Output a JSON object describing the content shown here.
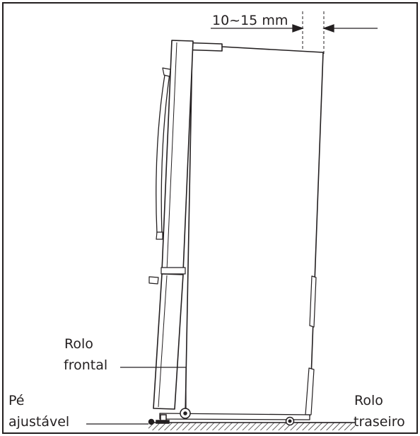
{
  "dimension": {
    "text": "10~15 mm"
  },
  "labels": {
    "front_roller_line1": "Rolo",
    "front_roller_line2": "frontal",
    "adjustable_foot_line1": "Pé",
    "adjustable_foot_line2": "ajustável",
    "rear_roller_line1": "Rolo",
    "rear_roller_line2": "traseiro"
  },
  "colors": {
    "line": "#231f20",
    "background": "#ffffff"
  }
}
